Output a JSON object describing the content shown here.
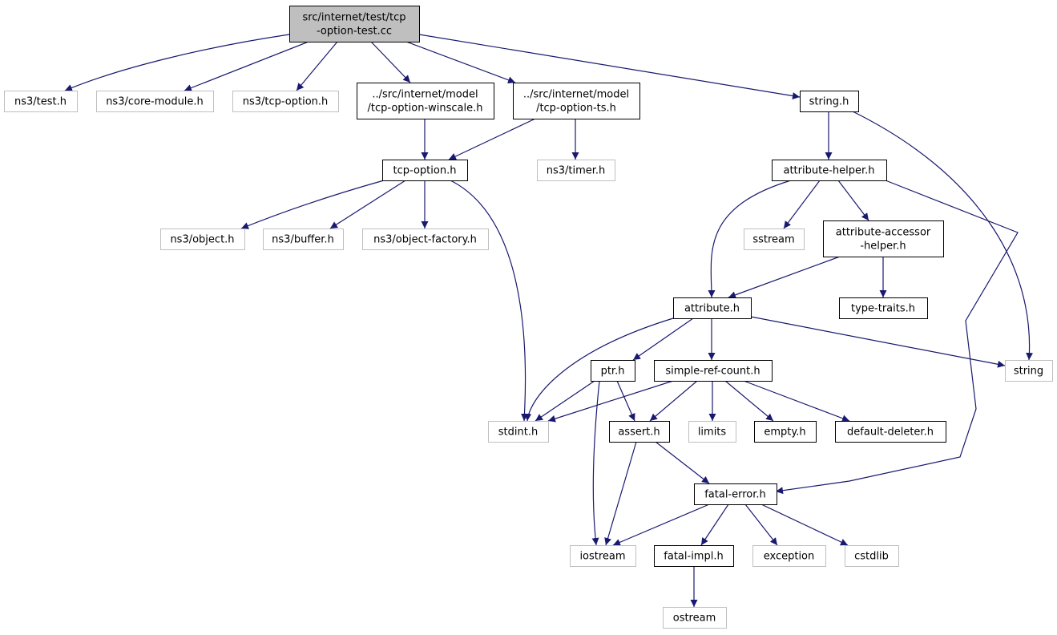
{
  "colors": {
    "root_fill": "#bfbfbf",
    "node_fill": "#ffffff",
    "documented_border": "#000000",
    "external_border": "#bfbfbf",
    "edge": "#191970",
    "text": "#000000"
  },
  "nodes": [
    {
      "id": "root",
      "lines": [
        "src/internet/test/tcp",
        "-option-test.cc"
      ],
      "kind": "root"
    },
    {
      "id": "ns3_test",
      "lines": [
        "ns3/test.h"
      ],
      "kind": "external"
    },
    {
      "id": "ns3_core",
      "lines": [
        "ns3/core-module.h"
      ],
      "kind": "external"
    },
    {
      "id": "ns3_tcpopt",
      "lines": [
        "ns3/tcp-option.h"
      ],
      "kind": "external"
    },
    {
      "id": "winscale",
      "lines": [
        "../src/internet/model",
        "/tcp-option-winscale.h"
      ],
      "kind": "documented"
    },
    {
      "id": "ts",
      "lines": [
        "../src/internet/model",
        "/tcp-option-ts.h"
      ],
      "kind": "documented"
    },
    {
      "id": "string_h",
      "lines": [
        "string.h"
      ],
      "kind": "documented"
    },
    {
      "id": "tcpoption",
      "lines": [
        "tcp-option.h"
      ],
      "kind": "documented"
    },
    {
      "id": "timer",
      "lines": [
        "ns3/timer.h"
      ],
      "kind": "external"
    },
    {
      "id": "attr_helper",
      "lines": [
        "attribute-helper.h"
      ],
      "kind": "documented"
    },
    {
      "id": "object",
      "lines": [
        "ns3/object.h"
      ],
      "kind": "external"
    },
    {
      "id": "buffer",
      "lines": [
        "ns3/buffer.h"
      ],
      "kind": "external"
    },
    {
      "id": "objfactory",
      "lines": [
        "ns3/object-factory.h"
      ],
      "kind": "external"
    },
    {
      "id": "sstream",
      "lines": [
        "sstream"
      ],
      "kind": "external"
    },
    {
      "id": "accessor",
      "lines": [
        "attribute-accessor",
        "-helper.h"
      ],
      "kind": "documented"
    },
    {
      "id": "attribute",
      "lines": [
        "attribute.h"
      ],
      "kind": "documented"
    },
    {
      "id": "typetraits",
      "lines": [
        "type-traits.h"
      ],
      "kind": "documented"
    },
    {
      "id": "ptr",
      "lines": [
        "ptr.h"
      ],
      "kind": "documented"
    },
    {
      "id": "srcount",
      "lines": [
        "simple-ref-count.h"
      ],
      "kind": "documented"
    },
    {
      "id": "string",
      "lines": [
        "string"
      ],
      "kind": "external"
    },
    {
      "id": "stdint",
      "lines": [
        "stdint.h"
      ],
      "kind": "external"
    },
    {
      "id": "assert",
      "lines": [
        "assert.h"
      ],
      "kind": "documented"
    },
    {
      "id": "limits",
      "lines": [
        "limits"
      ],
      "kind": "external"
    },
    {
      "id": "empty",
      "lines": [
        "empty.h"
      ],
      "kind": "documented"
    },
    {
      "id": "deleter",
      "lines": [
        "default-deleter.h"
      ],
      "kind": "documented"
    },
    {
      "id": "fatalerror",
      "lines": [
        "fatal-error.h"
      ],
      "kind": "documented"
    },
    {
      "id": "iostream",
      "lines": [
        "iostream"
      ],
      "kind": "external"
    },
    {
      "id": "fatalimpl",
      "lines": [
        "fatal-impl.h"
      ],
      "kind": "documented"
    },
    {
      "id": "exception",
      "lines": [
        "exception"
      ],
      "kind": "external"
    },
    {
      "id": "cstdlib",
      "lines": [
        "cstdlib"
      ],
      "kind": "external"
    },
    {
      "id": "ostream",
      "lines": [
        "ostream"
      ],
      "kind": "external"
    }
  ],
  "edges": [
    [
      "root",
      "ns3_test"
    ],
    [
      "root",
      "ns3_core"
    ],
    [
      "root",
      "ns3_tcpopt"
    ],
    [
      "root",
      "winscale"
    ],
    [
      "root",
      "ts"
    ],
    [
      "root",
      "string_h"
    ],
    [
      "winscale",
      "tcpoption"
    ],
    [
      "ts",
      "tcpoption"
    ],
    [
      "ts",
      "timer"
    ],
    [
      "tcpoption",
      "object"
    ],
    [
      "tcpoption",
      "buffer"
    ],
    [
      "tcpoption",
      "objfactory"
    ],
    [
      "tcpoption",
      "stdint"
    ],
    [
      "string_h",
      "attr_helper"
    ],
    [
      "string_h",
      "string"
    ],
    [
      "attr_helper",
      "attribute"
    ],
    [
      "attr_helper",
      "sstream"
    ],
    [
      "attr_helper",
      "accessor"
    ],
    [
      "attr_helper",
      "fatalerror"
    ],
    [
      "accessor",
      "attribute"
    ],
    [
      "accessor",
      "typetraits"
    ],
    [
      "attribute",
      "stdint"
    ],
    [
      "attribute",
      "ptr"
    ],
    [
      "attribute",
      "srcount"
    ],
    [
      "attribute",
      "string"
    ],
    [
      "ptr",
      "stdint"
    ],
    [
      "ptr",
      "assert"
    ],
    [
      "ptr",
      "iostream"
    ],
    [
      "srcount",
      "stdint"
    ],
    [
      "srcount",
      "assert"
    ],
    [
      "srcount",
      "limits"
    ],
    [
      "srcount",
      "empty"
    ],
    [
      "srcount",
      "deleter"
    ],
    [
      "assert",
      "fatalerror"
    ],
    [
      "assert",
      "iostream"
    ],
    [
      "fatalerror",
      "iostream"
    ],
    [
      "fatalerror",
      "fatalimpl"
    ],
    [
      "fatalerror",
      "exception"
    ],
    [
      "fatalerror",
      "cstdlib"
    ],
    [
      "fatalimpl",
      "ostream"
    ]
  ]
}
